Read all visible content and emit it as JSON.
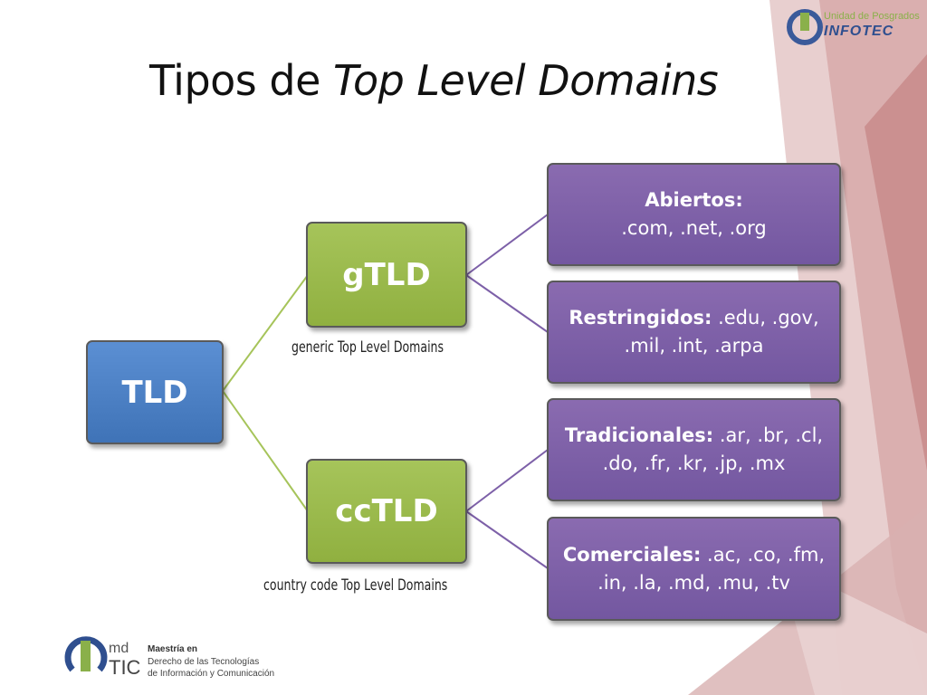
{
  "slide": {
    "title_prefix": "Tipos de ",
    "title_italic": "Top Level Domains"
  },
  "diagram": {
    "root": {
      "label": "TLD",
      "color": "#4a7fc4"
    },
    "branches": [
      {
        "label": "gTLD",
        "caption": "generic Top Level Domains",
        "color": "#9bbb4e",
        "children": [
          {
            "heading": "Abiertos:",
            "text": ".com, .net, .org"
          },
          {
            "heading": "Restringidos:",
            "text": " .edu, .gov, .mil, .int, .arpa"
          }
        ]
      },
      {
        "label": "ccTLD",
        "caption": "country code Top Level Domains",
        "color": "#9bbb4e",
        "children": [
          {
            "heading": "Tradicionales:",
            "text": " .ar, .br, .cl, .do, .fr, .kr, .jp, .mx"
          },
          {
            "heading": "Comerciales:",
            "text": " .ac, .co, .fm, .in, .la, .md, .mu, .tv"
          }
        ]
      }
    ],
    "leaf_color": "#7d60a8"
  },
  "branding": {
    "top_right_line1": "Unidad de Posgrados",
    "top_right_line2": "INFOTEC",
    "bottom_left_md": "md",
    "bottom_left_tic": "TIC",
    "bottom_left_line1": "Maestría en",
    "bottom_left_line2": "Derecho de las Tecnologías",
    "bottom_left_line3": "de Información y Comunicación"
  }
}
